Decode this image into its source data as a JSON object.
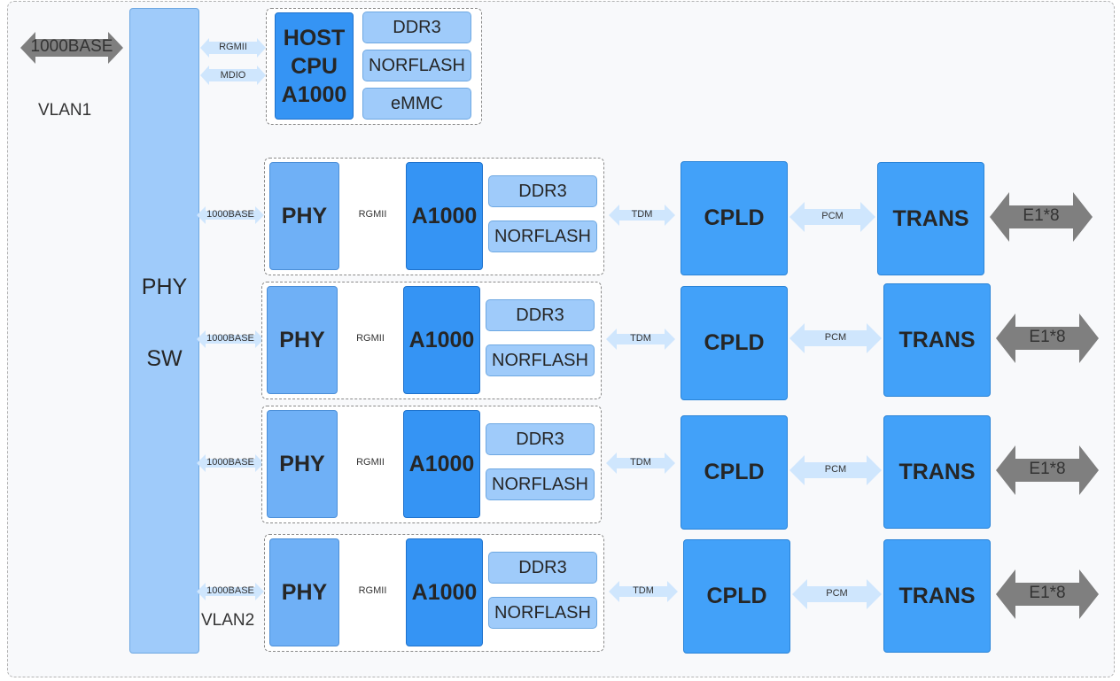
{
  "colors": {
    "light_block": "#9fcbfa",
    "dark_block": "#3594f4",
    "mid_block": "#6fb0f6",
    "link_arrow": "#cfe6fd",
    "port_arrow": "#7f7f7f"
  },
  "top": {
    "port": "1000BASE",
    "vlan1": "VLAN1",
    "vlan2": "VLAN2"
  },
  "switch": {
    "line1": "PHY",
    "line2": "SW"
  },
  "host": {
    "cpu_l1": "HOST",
    "cpu_l2": "CPU",
    "cpu_l3": "A1000",
    "ddr": "DDR3",
    "norflash": "NORFLASH",
    "emmc": "eMMC",
    "link1": "RGMII",
    "link2": "MDIO"
  },
  "channels": [
    {
      "link": "1000BASE",
      "phy": "PHY",
      "rgmii": "RGMII",
      "soc": "A1000",
      "ddr": "DDR3",
      "norflash": "NORFLASH",
      "tdm": "TDM",
      "cpld": "CPLD",
      "pcm": "PCM",
      "trans": "TRANS",
      "e1": "E1*8"
    },
    {
      "link": "1000BASE",
      "phy": "PHY",
      "rgmii": "RGMII",
      "soc": "A1000",
      "ddr": "DDR3",
      "norflash": "NORFLASH",
      "tdm": "TDM",
      "cpld": "CPLD",
      "pcm": "PCM",
      "trans": "TRANS",
      "e1": "E1*8"
    },
    {
      "link": "1000BASE",
      "phy": "PHY",
      "rgmii": "RGMII",
      "soc": "A1000",
      "ddr": "DDR3",
      "norflash": "NORFLASH",
      "tdm": "TDM",
      "cpld": "CPLD",
      "pcm": "PCM",
      "trans": "TRANS",
      "e1": "E1*8"
    },
    {
      "link": "1000BASE",
      "phy": "PHY",
      "rgmii": "RGMII",
      "soc": "A1000",
      "ddr": "DDR3",
      "norflash": "NORFLASH",
      "tdm": "TDM",
      "cpld": "CPLD",
      "pcm": "PCM",
      "trans": "TRANS",
      "e1": "E1*8"
    }
  ]
}
